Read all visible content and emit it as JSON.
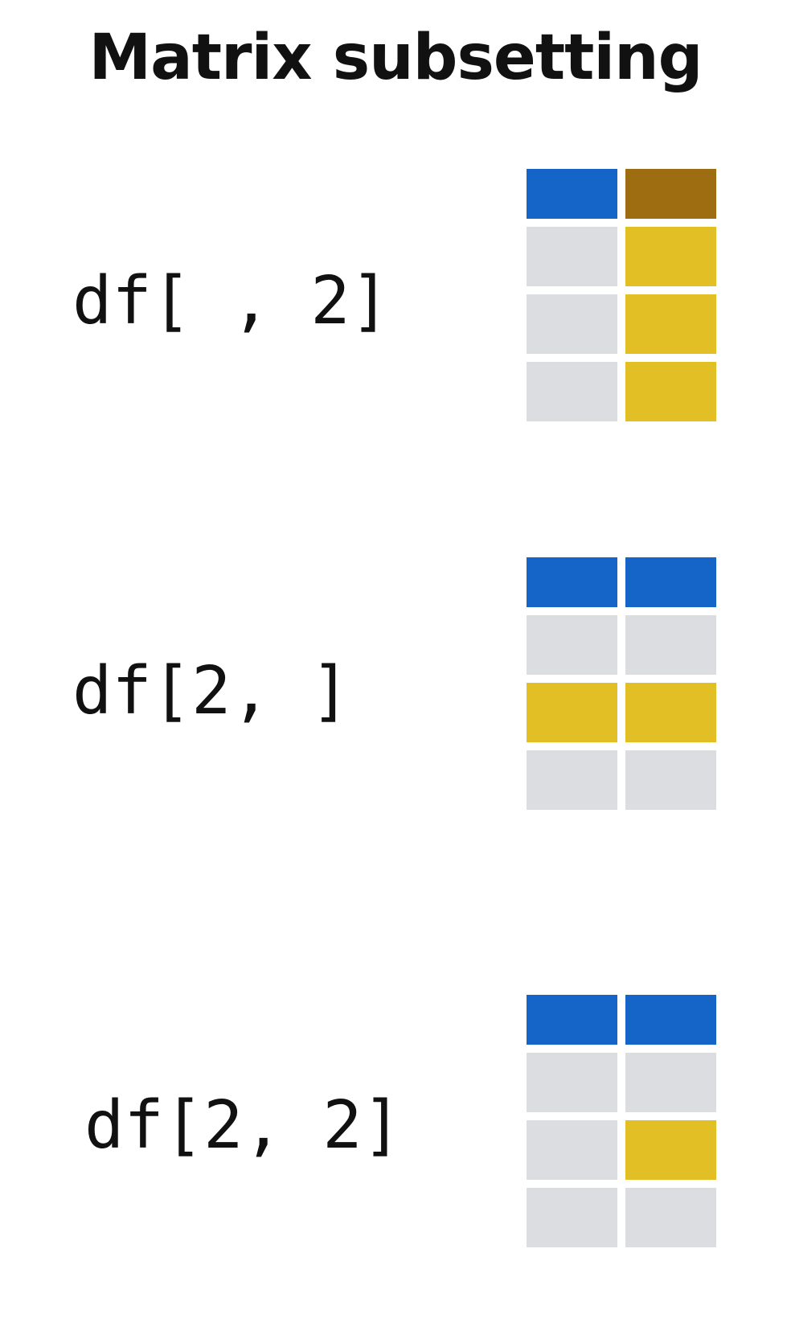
{
  "title": "Matrix subsetting",
  "colors": {
    "header": "#1565c8",
    "header_selected": "#9e6d12",
    "selected": "#e2bf24",
    "empty": "#dcdde0"
  },
  "examples": [
    {
      "code": "df[ , 2]",
      "grid": [
        [
          "header",
          "header-selected"
        ],
        [
          "empty",
          "selected"
        ],
        [
          "empty",
          "selected"
        ],
        [
          "empty",
          "selected"
        ]
      ]
    },
    {
      "code": "df[2, ]",
      "grid": [
        [
          "header",
          "header"
        ],
        [
          "empty",
          "empty"
        ],
        [
          "selected",
          "selected"
        ],
        [
          "empty",
          "empty"
        ]
      ]
    },
    {
      "code": "df[2, 2]",
      "grid": [
        [
          "header",
          "header"
        ],
        [
          "empty",
          "empty"
        ],
        [
          "empty",
          "selected"
        ],
        [
          "empty",
          "empty"
        ]
      ]
    }
  ]
}
